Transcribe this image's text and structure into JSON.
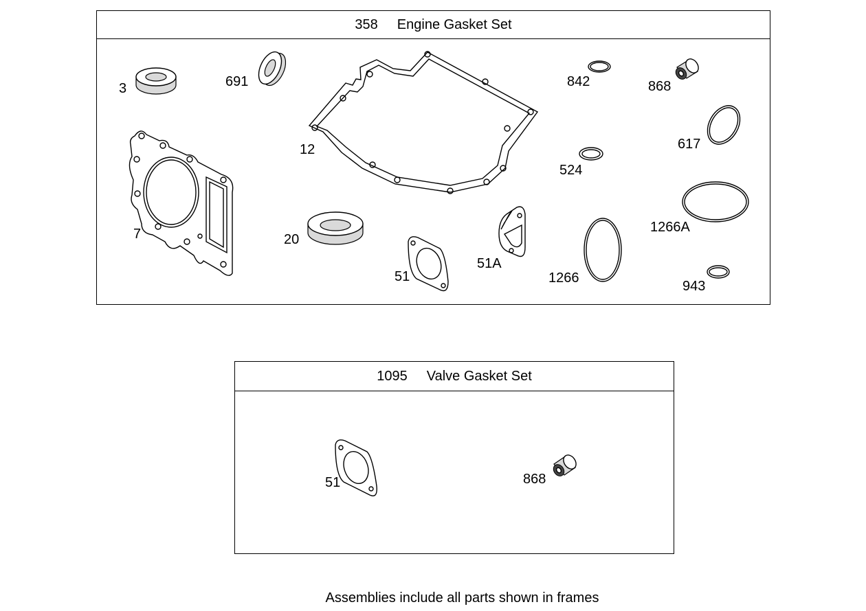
{
  "engine_set": {
    "number": "358",
    "title": "Engine Gasket Set",
    "labels": {
      "p3": "3",
      "p691": "691",
      "p12": "12",
      "p842": "842",
      "p868": "868",
      "p617": "617",
      "p524": "524",
      "p7": "7",
      "p1266A": "1266A",
      "p20": "20",
      "p51A": "51A",
      "p51": "51",
      "p1266": "1266",
      "p943": "943"
    }
  },
  "valve_set": {
    "number": "1095",
    "title": "Valve Gasket Set",
    "labels": {
      "p51": "51",
      "p868": "868"
    }
  },
  "footer_note": "Assemblies include all parts shown in frames"
}
